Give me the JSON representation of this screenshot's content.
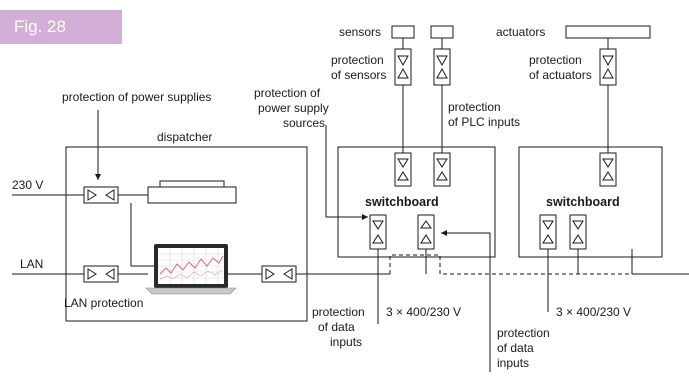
{
  "figure": {
    "label": "Fig. 28"
  },
  "colors": {
    "badge": "#d3aed6",
    "line": "#1a1a1a",
    "screen": "#2a2a2a",
    "grid": "#cfd8e6",
    "trend": "#e35b5b"
  },
  "labels": {
    "sensors": "sensors",
    "actuators": "actuators",
    "protection_of_sensors": [
      "protection",
      "of sensors"
    ],
    "protection_of_actuators": [
      "protection",
      "of actuators"
    ],
    "protection_of_power_supplies": "protection of power supplies",
    "protection_of_power_supply_sources": [
      "protection of",
      "power supply",
      "sources"
    ],
    "protection_of_plc_inputs": [
      "protection",
      "of PLC inputs"
    ],
    "dispatcher": "dispatcher",
    "voltage_230": "230 V",
    "lan": "LAN",
    "lan_protection": "LAN protection",
    "switchboard_1": "switchboard",
    "switchboard_2": "switchboard",
    "protection_of_data_inputs_1": [
      "protection",
      "of data",
      "inputs"
    ],
    "protection_of_data_inputs_2": [
      "protection",
      "of data",
      "inputs"
    ],
    "supply_1": "3 × 400/230 V",
    "supply_2": "3 × 400/230 V"
  },
  "icons": {
    "monitor": "laptop-monitor-icon"
  }
}
